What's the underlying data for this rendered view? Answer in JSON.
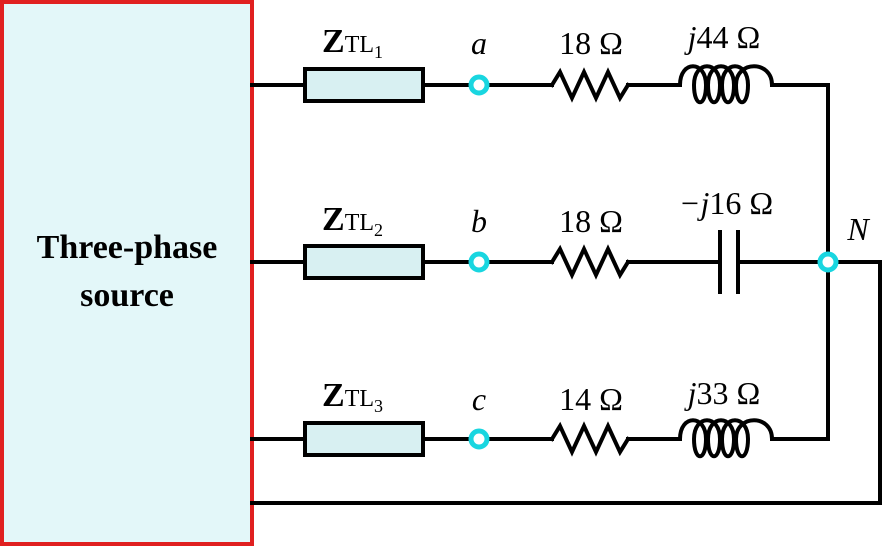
{
  "source": {
    "line1": "Three-phase",
    "line2": "source"
  },
  "lines": [
    {
      "z_main": "Z",
      "z_sub": "TL",
      "z_subsub": "1",
      "node": "a",
      "r_label": "18 Ω",
      "x_label": "j44 Ω",
      "x_j": "j",
      "x_rest": "44 Ω",
      "x_type": "inductor"
    },
    {
      "z_main": "Z",
      "z_sub": "TL",
      "z_subsub": "2",
      "node": "b",
      "r_label": "18 Ω",
      "x_label": "−j16 Ω",
      "x_j": "−j",
      "x_rest": "16 Ω",
      "x_type": "capacitor"
    },
    {
      "z_main": "Z",
      "z_sub": "TL",
      "z_subsub": "3",
      "node": "c",
      "r_label": "14 Ω",
      "x_label": "j33 Ω",
      "x_j": "j",
      "x_rest": "33 Ω",
      "x_type": "inductor"
    }
  ],
  "neutral": {
    "label": "N"
  },
  "colors": {
    "source_fill": "#e3f7f9",
    "source_border": "#e02020",
    "node": "#19d6e0",
    "box_fill": "#d8f0f2"
  }
}
